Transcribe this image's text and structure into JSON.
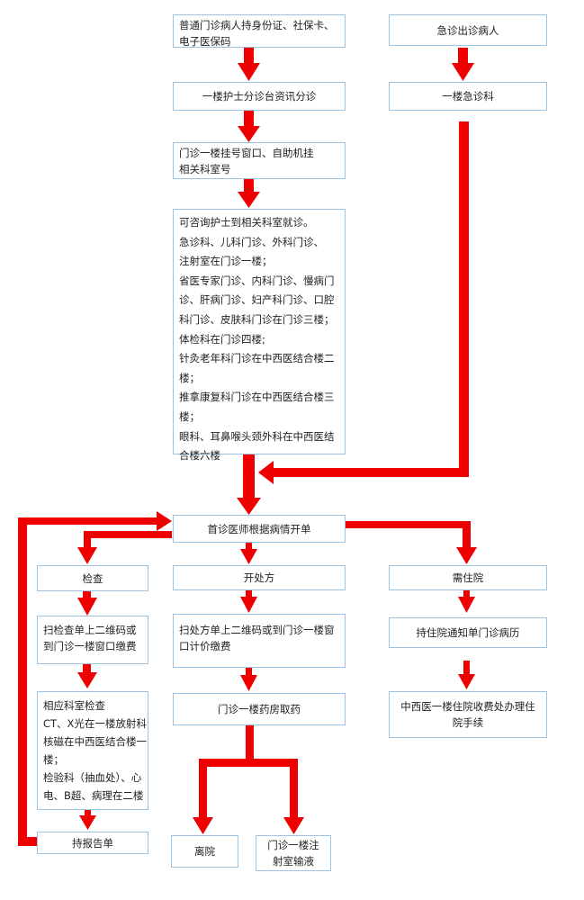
{
  "flowchart": {
    "registration_box": {
      "lines": [
        "普通门诊病人持身份证、社保卡、",
        "电子医保码"
      ]
    },
    "emergency_patient": {
      "label": "急诊出诊病人"
    },
    "triage": {
      "label": "一楼护士分诊台资讯分诊"
    },
    "emergency_dept": {
      "label": "一楼急诊科"
    },
    "register_window": {
      "lines": [
        "门诊一楼挂号窗口、自助机挂",
        "相关科室号"
      ]
    },
    "dept_info": {
      "lines": [
        "可咨询护士到相关科室就诊。",
        "急诊科、儿科门诊、外科门诊、",
        "注射室在门诊一楼；",
        "省医专家门诊、内科门诊、慢病门",
        "诊、肝病门诊、妇产科门诊、口腔",
        "科门诊、皮肤科门诊在门诊三楼；",
        "体检科在门诊四楼;",
        "针灸老年科门诊在中西医结合楼二",
        "楼；",
        "推拿康复科门诊在中西医结合楼三",
        "楼；",
        "眼科、耳鼻喉头颈外科在中西医结",
        "合楼六楼"
      ]
    },
    "first_doctor": {
      "label": "首诊医师根据病情开单"
    },
    "exam": {
      "label": "检查"
    },
    "prescription": {
      "label": "开处方"
    },
    "hospitalization": {
      "label": "需住院"
    },
    "exam_pay": {
      "lines": [
        "扫检查单上二维码或",
        "到门诊一楼窗口缴费"
      ]
    },
    "rx_pay": {
      "lines": [
        "扫处方单上二维码或到门诊一楼窗",
        "口计价缴费"
      ]
    },
    "admission_notice": {
      "label": "持住院通知单门诊病历"
    },
    "exam_locations": {
      "lines": [
        "相应科室检查",
        "CT、X光在一楼放射科",
        "核磁在中西医结合楼一",
        "楼；",
        "检验科（抽血处）、心",
        "电、B超、病理在二楼"
      ]
    },
    "pharmacy": {
      "label": "门诊一楼药房取药"
    },
    "admission_office": {
      "lines": [
        "中西医一楼住院收费处办理住",
        "院手续"
      ]
    },
    "report": {
      "label": "持报告单"
    },
    "discharge": {
      "label": "离院"
    },
    "infusion": {
      "lines": [
        "门诊一楼注",
        "射室输液"
      ]
    }
  },
  "colors": {
    "arrow": "#ee0000",
    "box_border": "#9cc3e4"
  }
}
